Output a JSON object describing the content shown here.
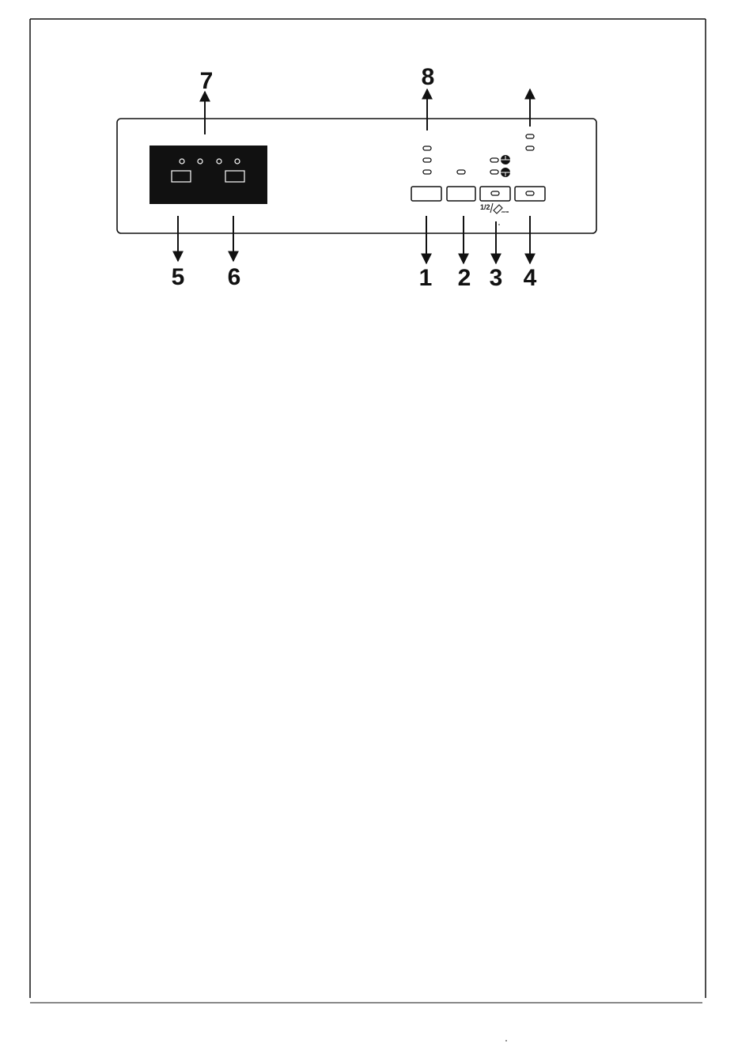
{
  "diagram": {
    "callouts": [
      {
        "id": "callout-1",
        "label": "1"
      },
      {
        "id": "callout-2",
        "label": "2"
      },
      {
        "id": "callout-3",
        "label": "3"
      },
      {
        "id": "callout-4",
        "label": "4"
      },
      {
        "id": "callout-5",
        "label": "5"
      },
      {
        "id": "callout-6",
        "label": "6"
      },
      {
        "id": "callout-7",
        "label": "7"
      },
      {
        "id": "callout-8",
        "label": "8"
      }
    ],
    "half_load_caption": "1/2",
    "half_load_sub_caption": "zona",
    "colors": {
      "line": "#111111",
      "panel_fill": "#ffffff",
      "display_fill": "#111111",
      "display_element": "#ffffff"
    },
    "icons": {
      "half_load_symbol": "basket-icon",
      "upper_basket_symbol": "upper-spray-icon",
      "lower_basket_symbol": "lower-spray-icon"
    }
  }
}
